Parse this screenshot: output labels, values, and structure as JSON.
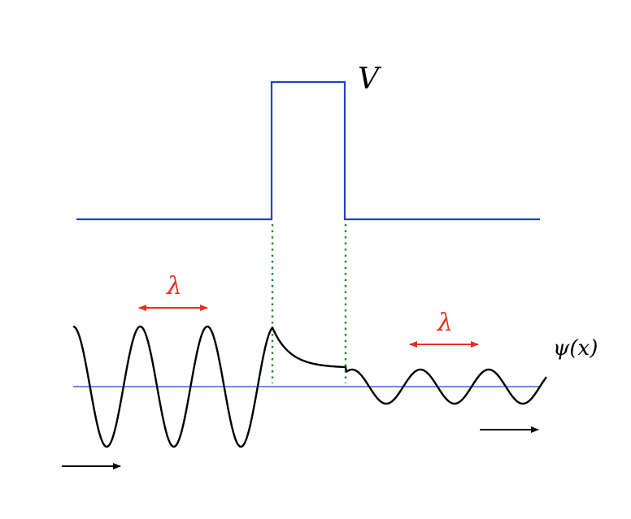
{
  "labels": {
    "potential": "V",
    "wavelength_left": "λ",
    "wavelength_right": "λ",
    "wavefunction": "ψ(x)"
  },
  "colors": {
    "potential": "#1f3fd6",
    "axis": "#1f3fd6",
    "wave": "#000000",
    "wavelength_arrow": "#e8301f",
    "boundary": "#1f8a2a",
    "direction_arrow": "#000000"
  }
}
